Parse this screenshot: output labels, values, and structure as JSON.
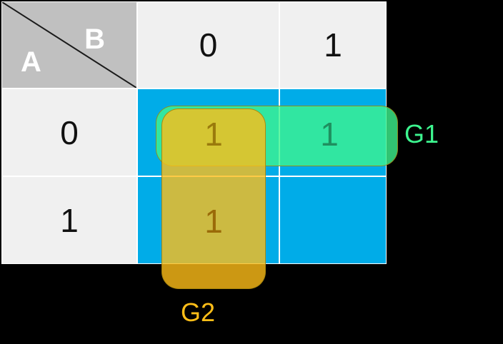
{
  "diagram": {
    "type": "karnaugh-map",
    "corner": {
      "row_variable_label": "A",
      "col_variable_label": "B"
    },
    "column_headers": [
      "0",
      "1"
    ],
    "row_headers": [
      "0",
      "1"
    ],
    "cells": [
      {
        "row": "0",
        "col": "0",
        "value": "1"
      },
      {
        "row": "0",
        "col": "1",
        "value": "1"
      },
      {
        "row": "1",
        "col": "0",
        "value": "1"
      },
      {
        "row": "1",
        "col": "1",
        "value": ""
      }
    ],
    "groups": [
      {
        "id": "G1",
        "label": "G1",
        "color": "#3df58f",
        "covers": [
          "A=0,B=0",
          "A=0,B=1"
        ]
      },
      {
        "id": "G2",
        "label": "G2",
        "color": "#ffbe18",
        "covers": [
          "A=0,B=0",
          "A=1,B=0"
        ]
      }
    ],
    "colors": {
      "background": "#000000",
      "cell_fill": "#00ace8",
      "header_fill": "#f0f0f0",
      "corner_fill": "#c0c0c0",
      "grid_line": "#ffffff",
      "g1_fill": "#3df58f",
      "g2_fill": "#ffbe18",
      "digit_on_g1": "#1f8f5f",
      "digit_on_overlap": "#9a7a0c",
      "digit_on_g2": "#9a6a08"
    }
  }
}
